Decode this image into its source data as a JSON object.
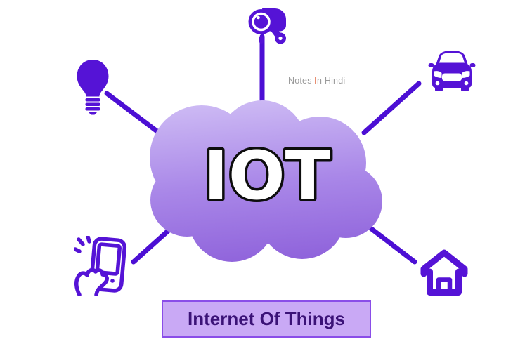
{
  "page": {
    "background": "#ffffff"
  },
  "watermark": {
    "text_before": "Notes ",
    "accent_letter": "I",
    "text_after": "n Hindi",
    "text_color": "#9b9b9b",
    "accent_color": "#e2734f"
  },
  "cloud": {
    "label": "IOT",
    "label_fill": "#ffffff",
    "label_outline": "#0d0d0d",
    "gradient_top": "#cdbaf4",
    "gradient_mid": "#a987e8",
    "gradient_bottom": "#8d60da"
  },
  "connectors": {
    "color": "#4c0fd4"
  },
  "icons": {
    "color": "#5513d6",
    "items": [
      {
        "name": "cctv-camera-icon"
      },
      {
        "name": "car-icon"
      },
      {
        "name": "light-bulb-icon"
      },
      {
        "name": "smartphone-hand-icon"
      },
      {
        "name": "smart-home-icon"
      }
    ]
  },
  "caption": {
    "label": "Internet Of Things",
    "background": "#c9a9f5",
    "border_color": "#8a4de8",
    "text_color": "#3b1277"
  }
}
